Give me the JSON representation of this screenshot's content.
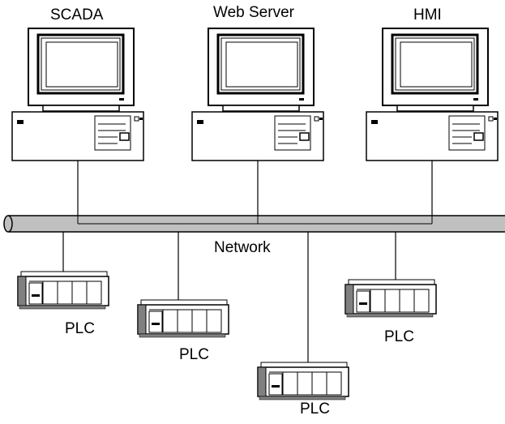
{
  "computers": [
    {
      "id": "scada",
      "label": "SCADA"
    },
    {
      "id": "web-server",
      "label": "Web Server"
    },
    {
      "id": "hmi",
      "label": "HMI"
    }
  ],
  "network": {
    "label": "Network"
  },
  "plcs": [
    {
      "id": "plc-1",
      "label": "PLC"
    },
    {
      "id": "plc-2",
      "label": "PLC"
    },
    {
      "id": "plc-3",
      "label": "PLC"
    },
    {
      "id": "plc-4",
      "label": "PLC"
    }
  ],
  "colors": {
    "stroke": "#000000",
    "pipe_fill": "#c0c0c0",
    "device_fill": "#ffffff",
    "screen_fill": "#ffffff",
    "plc_shade": "#808080"
  }
}
